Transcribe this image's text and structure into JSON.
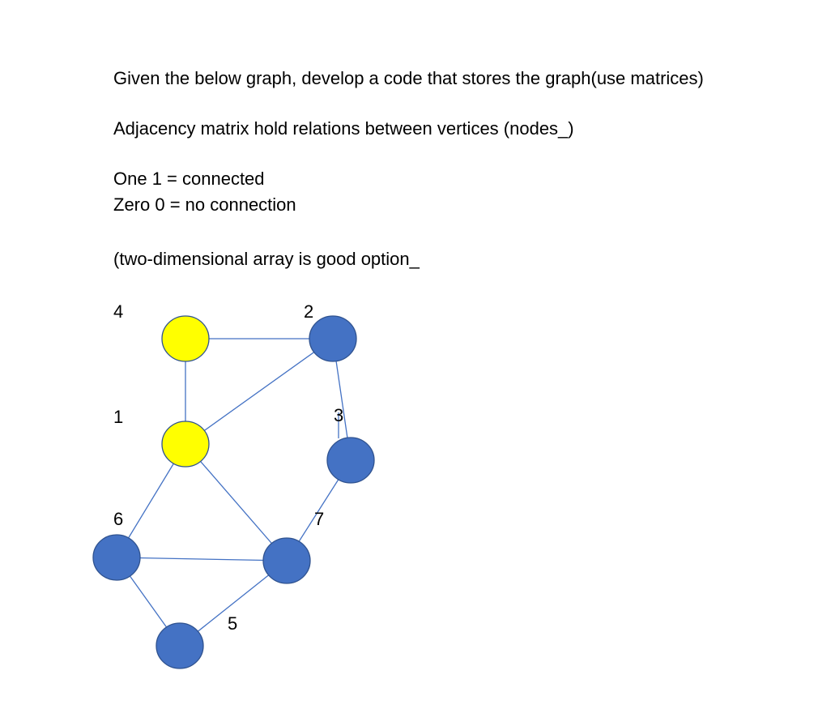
{
  "text": {
    "line1": "Given the below graph, develop a code that stores the graph(use matrices)",
    "line2": "Adjacency matrix hold relations between vertices (nodes_)",
    "line3": "One 1 = connected",
    "line4": "Zero 0 = no connection",
    "line5": "(two-dimensional array is good option_"
  },
  "graph": {
    "colors": {
      "edge": "#4472c4",
      "node_blue": "#4472c4",
      "node_yellow": "#ffff00",
      "node_stroke": "#2f528f"
    },
    "node_labels": {
      "n4": "4",
      "n2": "2",
      "n1": "1",
      "n3": "3",
      "n6": "6",
      "n7": "7",
      "n5": "5"
    },
    "nodes": [
      {
        "id": "n4",
        "color": "yellow"
      },
      {
        "id": "n2",
        "color": "blue"
      },
      {
        "id": "n1",
        "color": "yellow"
      },
      {
        "id": "n3",
        "color": "blue"
      },
      {
        "id": "n6",
        "color": "blue"
      },
      {
        "id": "n7",
        "color": "blue"
      },
      {
        "id": "n5",
        "color": "blue"
      }
    ],
    "edges": [
      [
        "n4",
        "n2"
      ],
      [
        "n4",
        "n1"
      ],
      [
        "n1",
        "n2"
      ],
      [
        "n2",
        "n3"
      ],
      [
        "n1",
        "n6"
      ],
      [
        "n1",
        "n7"
      ],
      [
        "n3",
        "n7"
      ],
      [
        "n6",
        "n7"
      ],
      [
        "n6",
        "n5"
      ],
      [
        "n7",
        "n5"
      ]
    ]
  }
}
